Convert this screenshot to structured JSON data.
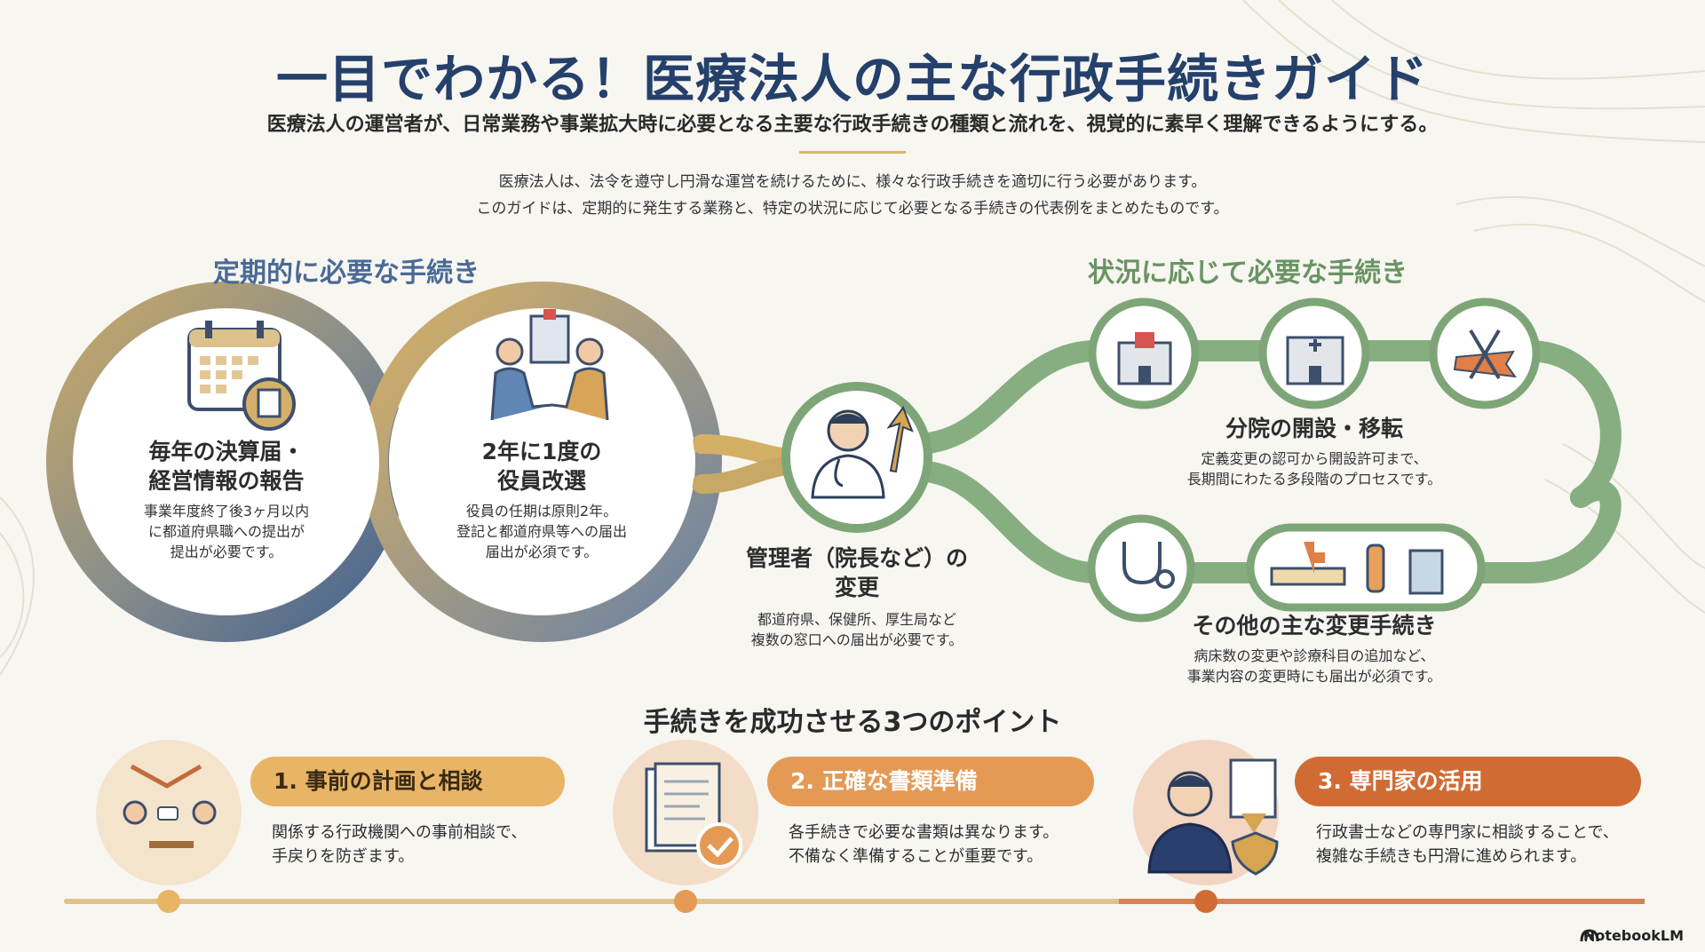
{
  "header": {
    "title": "一目でわかる！医療法人の主な行政手続きガイド",
    "subtitle": "医療法人の運営者が、日常業務や事業拡大時に必要となる主要な行政手続きの種類と流れを、視覚的に素早く理解できるようにする。",
    "intro_line1": "医療法人は、法令を遵守し円滑な運営を続けるために、様々な行政手続きを適切に行う必要があります。",
    "intro_line2": "このガイドは、定期的に発生する業務と、特定の状況に応じて必要となる手続きの代表例をまとめたものです。"
  },
  "sections": {
    "periodic": "定期的に必要な手続き",
    "situational": "状況に応じて必要な手続き"
  },
  "nodes": {
    "annual": {
      "title_line1": "毎年の決算届・",
      "title_line2": "経営情報の報告",
      "desc_line1": "事業年度終了後3ヶ月以内",
      "desc_line2": "に都道府県職への提出が",
      "desc_line3": "提出が必要です。"
    },
    "officers": {
      "title_line1": "2年に1度の",
      "title_line2": "役員改選",
      "desc_line1": "役員の任期は原則2年。",
      "desc_line2": "登記と都道府県等への届出",
      "desc_line3": "届出が必須です。"
    },
    "manager": {
      "title_line1": "管理者（院長など）の",
      "title_line2": "変更",
      "desc_line1": "都道府県、保健所、厚生局など",
      "desc_line2": "複数の窓口への届出が必要です。"
    },
    "branch": {
      "title": "分院の開設・移転",
      "desc_line1": "定義変更の認可から開設許可まで、",
      "desc_line2": "長期間にわたる多段階のプロセスです。"
    },
    "other": {
      "title": "その他の主な変更手続き",
      "desc_line1": "病床数の変更や診療科目の追加など、",
      "desc_line2": "事業内容の変更時にも届出が必須です。"
    }
  },
  "points": {
    "heading": "手続きを成功させる3つのポイント",
    "items": [
      {
        "label": "1. 事前の計画と相談",
        "desc_line1": "関係する行政機関への事前相談で、",
        "desc_line2": "手戻りを防ぎます。"
      },
      {
        "label": "2. 正確な書類準備",
        "desc_line1": "各手続きで必要な書類は異なります。",
        "desc_line2": "不備なく準備することが重要です。"
      },
      {
        "label": "3. 専門家の活用",
        "desc_line1": "行政書士などの専門家に相談することで、",
        "desc_line2": "複雑な手続きも円滑に進められます。"
      }
    ]
  },
  "footer": {
    "brand": "NotebookLM"
  },
  "colors": {
    "navy": "#24406b",
    "periodic_blue": "#5a7196",
    "periodic_gold": "#d2ad63",
    "situational_green": "#7ea577",
    "orange": "#d06c33"
  }
}
